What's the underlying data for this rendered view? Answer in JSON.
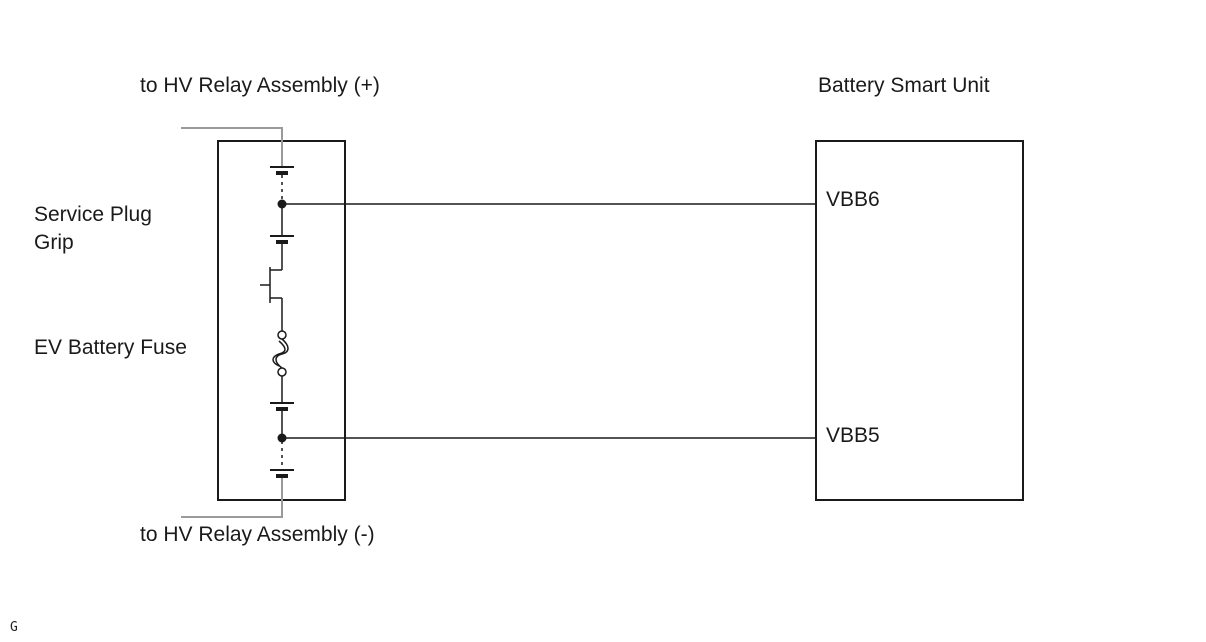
{
  "labels": {
    "top_connection": "to HV Relay Assembly (+)",
    "bottom_connection": "to HV Relay Assembly (-)",
    "service_plug_line1": "Service Plug",
    "service_plug_line2": "Grip",
    "fuse": "EV Battery Fuse",
    "smart_unit": "Battery Smart Unit",
    "figure_code": "G"
  },
  "pins": {
    "upper": "VBB6",
    "lower": "VBB5"
  },
  "colors": {
    "line": "#1a1a1a",
    "lead": "#9a9a9a",
    "background": "#ffffff"
  }
}
